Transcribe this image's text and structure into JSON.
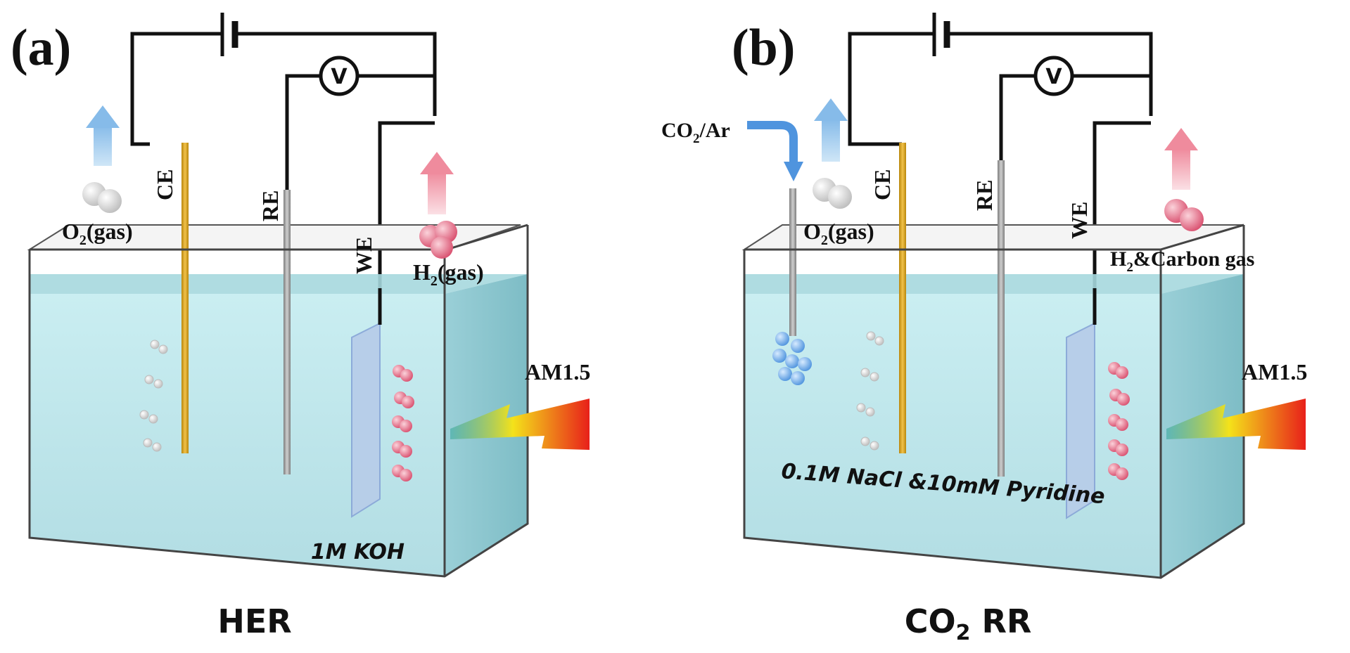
{
  "panels": [
    {
      "id": "a",
      "label": "(a)",
      "electrodes": {
        "ce": "CE",
        "re": "RE",
        "we": "WE"
      },
      "voltmeter": "V",
      "left_gas": {
        "prefix": "O",
        "sub": "2",
        "suffix": "(gas)"
      },
      "right_gas": {
        "prefix": "H",
        "sub": "2",
        "suffix": "(gas)"
      },
      "light": "AM1.5",
      "electrolyte": "1M KOH",
      "caption": {
        "prefix": "HER",
        "sub": "",
        "suffix": ""
      }
    },
    {
      "id": "b",
      "label": "(b)",
      "electrodes": {
        "ce": "CE",
        "re": "RE",
        "we": "WE"
      },
      "voltmeter": "V",
      "inlet": {
        "prefix": "CO",
        "sub": "2",
        "suffix": "/Ar"
      },
      "left_gas": {
        "prefix": "O",
        "sub": "2",
        "suffix": "(gas)"
      },
      "right_gas": {
        "prefix": "H",
        "sub": "2",
        "suffix": "&Carbon gas"
      },
      "light": "AM1.5",
      "electrolyte": "0.1M NaCl &10mM Pyridine",
      "caption": {
        "prefix": "CO",
        "sub": "2",
        "suffix": " RR"
      }
    }
  ],
  "colors": {
    "wire": "#111111",
    "counter_electrode": "#d9a520",
    "reference_electrode": "#9a9a9a",
    "working_electrode": "#a9c3e8",
    "electrolyte": "#b9e3ea",
    "oxygen_bubble": "#e6e6e6",
    "hydrogen_bubble": "#e06a85",
    "co2_bubble": "#6aa9e6",
    "up_arrow_blue": "#9cc8ee",
    "up_arrow_red": "#f2a0ae",
    "light_gradient": [
      "#3aa8a0",
      "#f4e21a",
      "#e8201a"
    ]
  }
}
